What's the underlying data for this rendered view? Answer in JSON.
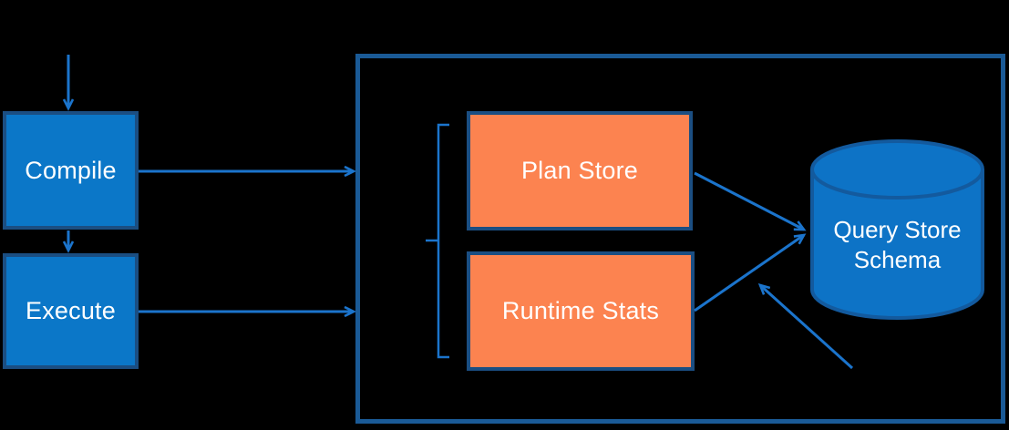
{
  "colors": {
    "background": "#000000",
    "box_fill": "#0b77c8",
    "box_border": "#1b4e82",
    "outer_border": "#1a5a96",
    "orange_fill": "#fc8350",
    "arrow": "#1b74cc",
    "cylinder_fill": "#0d73c6",
    "cylinder_border": "#135a9e",
    "label_text": "#ffffff"
  },
  "nodes": {
    "compile": {
      "label": "Compile"
    },
    "execute": {
      "label": "Execute"
    },
    "plan_store": {
      "label": "Plan Store"
    },
    "runtime_stats": {
      "label": "Runtime Stats"
    },
    "query_store_schema": {
      "line1": "Query Store",
      "line2": "Schema"
    }
  }
}
